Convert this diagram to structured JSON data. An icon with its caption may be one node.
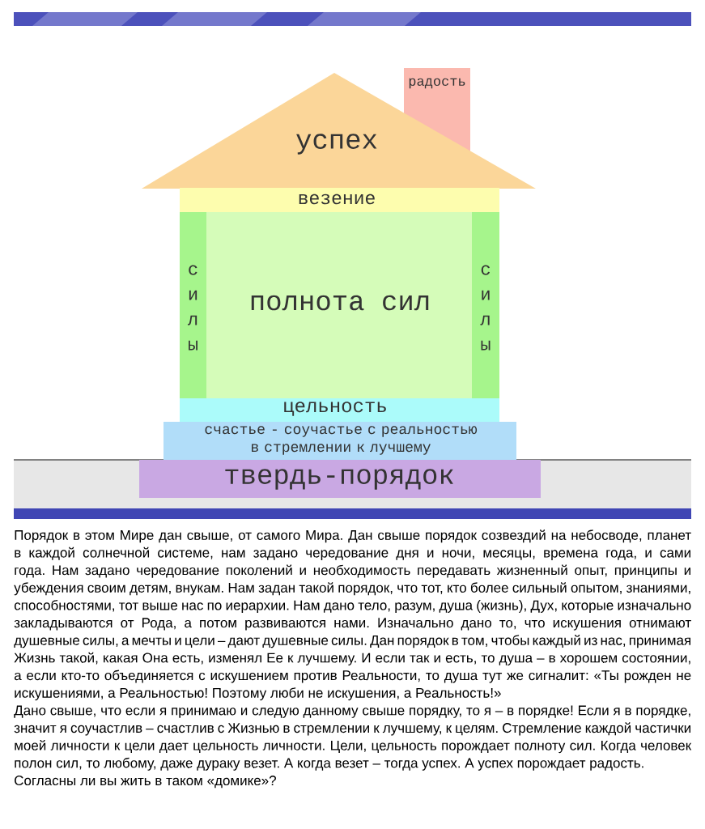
{
  "diagram": {
    "nodes": [
      {
        "text": [
          "радость"
        ]
      },
      {
        "text": [
          "успех"
        ]
      },
      {
        "text": [
          "везение"
        ]
      },
      {
        "text": [
          "с и л ы"
        ]
      },
      {
        "text": [
          "полнота сил"
        ]
      },
      {
        "text": [
          "с и л ы"
        ]
      },
      {
        "text": [
          "цельность"
        ]
      },
      {
        "text": [
          "счастье - соучастье с реальностью в стремлении к лучшему"
        ]
      },
      {
        "text": [
          "твердь-порядок"
        ]
      }
    ],
    "labels": [
      "Порядок в этом Мире дан свыше, от самого Мира. Дан свыше порядок созвездий на небосводе, планет в каждой солнечной системе, нам задано чередование дня и ночи, месяцы, времена года, и сами года. Нам задано чередование поколений и необходимость передавать жизненный опыт, принципы и убеждения своим детям, внукам. Нам задан такой порядок, что тот, кто более сильный опытом, знаниями, способностями, тот выше нас по иерархии. Нам дано тело, разум, душа (жизнь), Дух, которые изначально закладываются от Рода, а потом развиваются нами. Изначально дано то, что искушения отнимают душевные силы, а мечты и цели – дают душевные силы. Дан порядок в том, чтобы каждый из нас, принимая Жизнь такой, какая Она есть, изменял Ее к лучшему. И если так и есть, то душа – в хорошем состоянии, а если кто-то объединяется с искушением против Реальности, то душа тут же сигналит: «Ты рожден не искушениями, а Реальностью! Поэтому люби не искушения, а Реальность!»",
      "Дано свыше, что если я принимаю и следую данному свыше порядку, то я – в порядке! Если я в порядке, значит я соучастлив – счастлив с Жизнью в стремлении к лучшему, к целям. Стремление каждой частички моей личности к цели дает цельность личности. Цели, цельность порождает полноту сил. Когда человек полон сил, то любому, даже дураку везет. А когда везет – тогда успех. А успех порождает радость.",
      "Согласны ли вы жить в таком «домике»?"
    ]
  }
}
